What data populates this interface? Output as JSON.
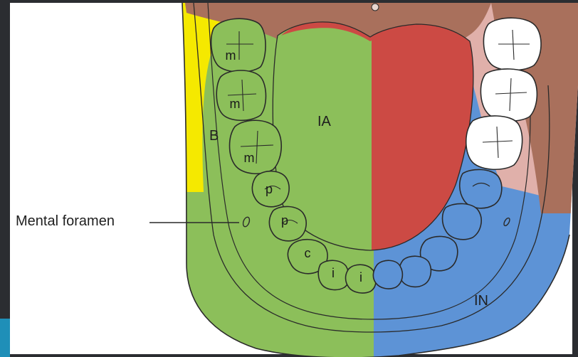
{
  "labels": {
    "mental_foramen": "Mental foramen",
    "region_buccal": "B",
    "region_inferior_alveolar": "IA",
    "region_incisive": "IN"
  },
  "teeth_left": [
    "m",
    "m",
    "m",
    "p",
    "p",
    "c",
    "i",
    "i"
  ],
  "colors": {
    "buccal": "#f5e900",
    "inferior_alveolar": "#8cbf5a",
    "incisive": "#5d93d6",
    "lingual": "#cc4a44",
    "palate": "#a9705c",
    "gingiva": "#e0b0aa",
    "tooth_white": "#ffffff"
  }
}
